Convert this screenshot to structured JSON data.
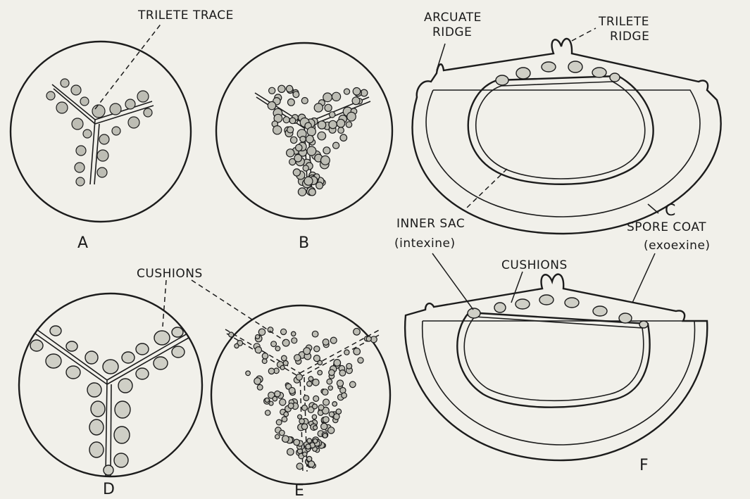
{
  "labels": {
    "trilete_trace": "TRILETE TRACE",
    "arcuate_ridge_1": "ARCUATE",
    "arcuate_ridge_2": "RIDGE",
    "trilete_ridge_1": "TRILETE",
    "trilete_ridge_2": "RIDGE",
    "inner_sac_1": "INNER SAC",
    "inner_sac_2": "(intexine)",
    "spore_coat_1": "SPORE COAT",
    "spore_coat_2": "(exoexine)",
    "cushions_left": "CUSHIONS",
    "cushions_right": "CUSHIONS"
  },
  "panels": {
    "a": "A",
    "b": "B",
    "c": "C",
    "d": "D",
    "e": "E",
    "f": "F"
  }
}
